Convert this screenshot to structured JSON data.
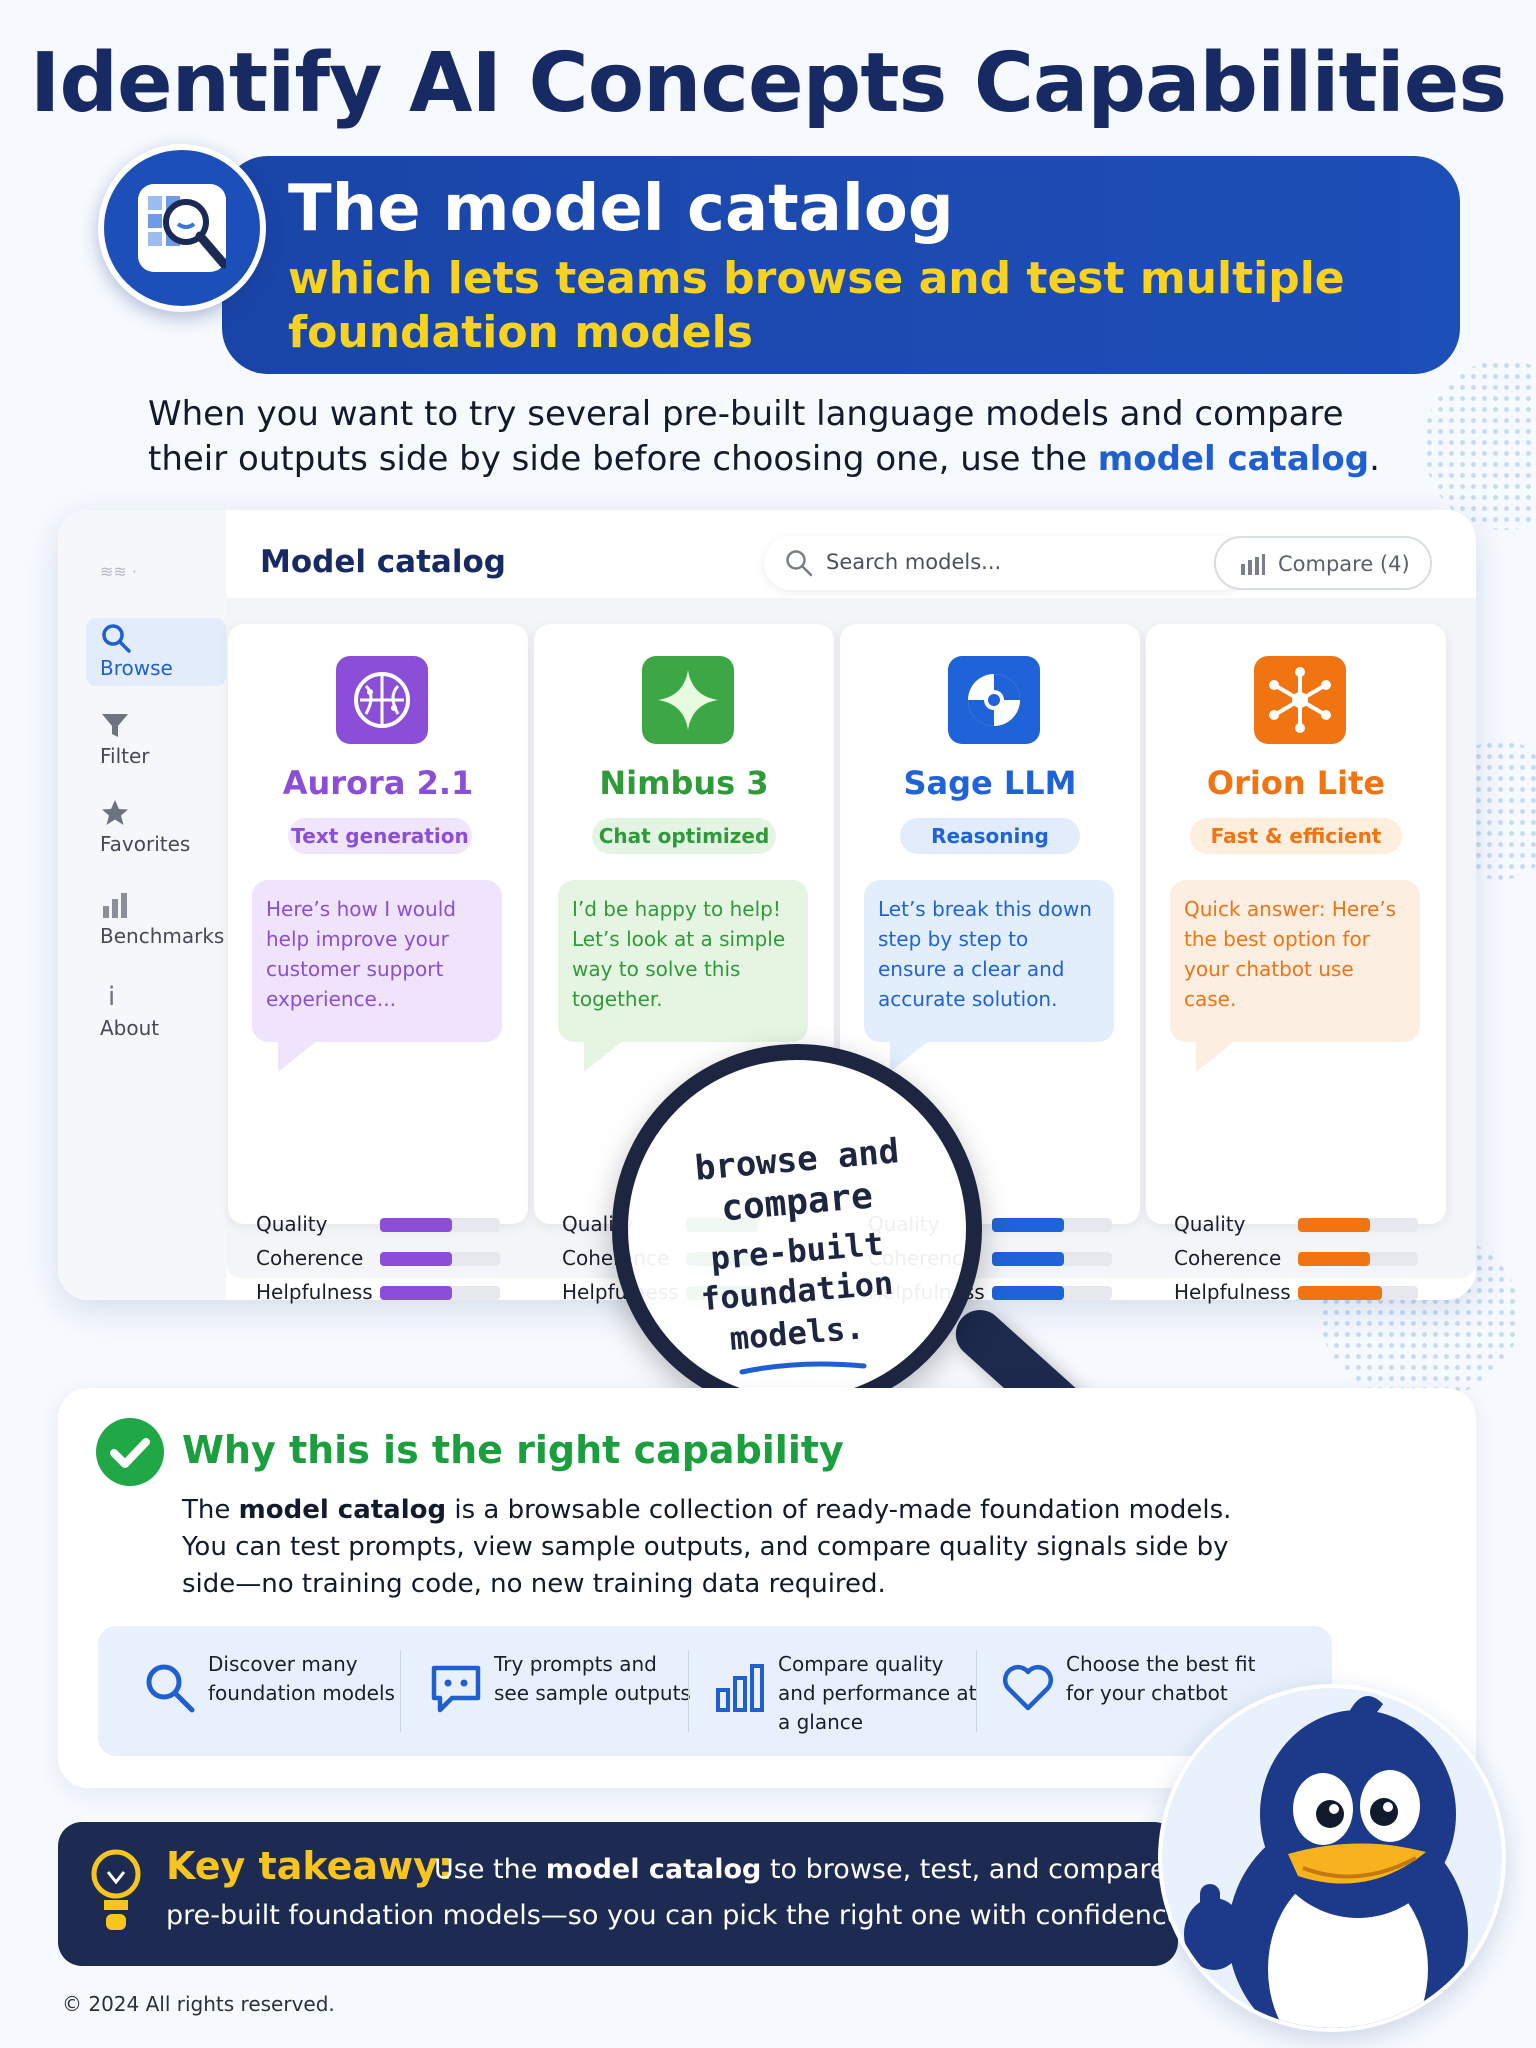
{
  "title": "Identify AI Concepts Capabilities",
  "banner": {
    "title": "The model catalog",
    "subtitle": "which lets teams browse and test multiple foundation models"
  },
  "intro": {
    "text": "When you want to try several pre-built language models and compare their outputs side by side before choosing one, use the ",
    "highlight": "model catalog",
    "end": "."
  },
  "catalog": {
    "title": "Model catalog",
    "search_placeholder": "Search models...",
    "compare_label": "Compare (4)",
    "sidebar": [
      {
        "label": "Browse",
        "icon": "search-icon",
        "active": true
      },
      {
        "label": "Filter",
        "icon": "filter-icon",
        "active": false
      },
      {
        "label": "Favorites",
        "icon": "star-icon",
        "active": false
      },
      {
        "label": "Benchmarks",
        "icon": "bar-chart-icon",
        "active": false
      },
      {
        "label": "About",
        "icon": "info-icon",
        "active": false
      }
    ],
    "metric_labels": [
      "Quality",
      "Coherence",
      "Helpfulness"
    ],
    "models": [
      {
        "name": "Aurora 2.1",
        "tag": "Text generation",
        "sample": "Here’s how I would help improve your customer support experience...",
        "color": "#8a4fd6",
        "tag_bg": "#efe6fb",
        "bubble_bg": "#efe4fc",
        "icon": "brain-icon",
        "scores": [
          0.6,
          0.6,
          0.6
        ]
      },
      {
        "name": "Nimbus 3",
        "tag": "Chat optimized",
        "sample": "I’d be happy to help! Let’s look at a simple way to solve this together.",
        "color": "#2f9a3a",
        "tag_bg": "#e3f4e3",
        "bubble_bg": "#e6f5e2",
        "icon": "sparkle-icon",
        "scores": [
          0.6,
          0.6,
          0.6
        ]
      },
      {
        "name": "Sage LLM",
        "tag": "Reasoning",
        "sample": "Let’s break this down step by step to ensure a clear and accurate solution.",
        "color": "#1f63d8",
        "tag_bg": "#e2ecfb",
        "bubble_bg": "#e3eefc",
        "icon": "swirl-icon",
        "scores": [
          0.6,
          0.6,
          0.6
        ]
      },
      {
        "name": "Orion Lite",
        "tag": "Fast & efficient",
        "sample": "Quick answer: Here’s the best option for your chatbot use case.",
        "color": "#f07412",
        "tag_bg": "#fdeede",
        "bubble_bg": "#fdeee2",
        "icon": "network-icon",
        "scores": [
          0.6,
          0.6,
          0.7
        ]
      }
    ]
  },
  "magnifier": {
    "lines": [
      "browse and",
      "compare",
      "pre-built",
      "foundation",
      "models."
    ]
  },
  "why": {
    "title": "Why this is the right capability",
    "body_pre": "The ",
    "body_bold": "model catalog",
    "body_post": " is a browsable collection of ready-made foundation models. You can test prompts, view sample outputs, and compare quality signals side by side—no training code, no new training data required.",
    "features": [
      {
        "text": "Discover many foundation models",
        "icon": "search-icon"
      },
      {
        "text": "Try prompts and see sample outputs",
        "icon": "chat-icon"
      },
      {
        "text": "Compare quality and performance at a glance",
        "icon": "bar-chart-icon"
      },
      {
        "text": "Choose the best fit for your chatbot",
        "icon": "heart-icon"
      }
    ]
  },
  "takeaway": {
    "heading": "Key takeawy:",
    "l1_pre": "Use the ",
    "l1_bold": "model catalog",
    "l1_post": " to browse, test, and compare",
    "l2": "pre-built foundation models—so you can pick the right one with confidence."
  },
  "footer": "© 2024 All rights reserved.",
  "colors": {
    "navy": "#172a63",
    "banner": "#1a45a8",
    "accent_yellow": "#f7d21e",
    "green": "#1b9e3e"
  }
}
